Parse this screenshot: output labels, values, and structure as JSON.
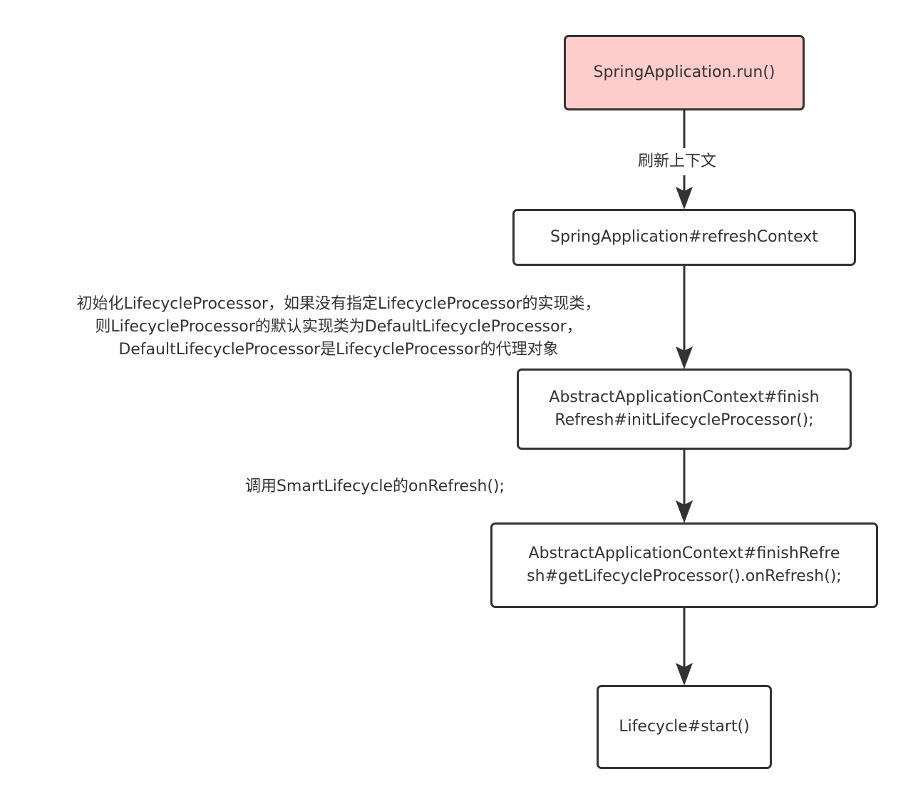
{
  "nodes": {
    "run": {
      "line1": "SpringApplication.run()"
    },
    "refresh_context": {
      "line1": "SpringApplication#refreshContext"
    },
    "init_lifecycle": {
      "line1": "AbstractApplicationContext#finish",
      "line2": "Refresh#initLifecycleProcessor();"
    },
    "on_refresh": {
      "line1": "AbstractApplicationContext#finishRefre",
      "line2": "sh#getLifecycleProcessor().onRefresh();"
    },
    "lifecycle_start": {
      "line1": "Lifecycle#start()"
    }
  },
  "edge_labels": {
    "refresh": "刷新上下文"
  },
  "notes": {
    "init_note": {
      "line1": "初始化LifecycleProcessor，如果没有指定LifecycleProcessor的实现类，",
      "line2": "则LifecycleProcessor的默认实现类为DefaultLifecycleProcessor，",
      "line3": "DefaultLifecycleProcessor是LifecycleProcessor的代理对象"
    },
    "call_note": {
      "line1": "调用SmartLifecycle的onRefresh();"
    }
  },
  "colors": {
    "start_fill": "#ffcccc",
    "stroke": "#333333",
    "text": "#333333"
  }
}
